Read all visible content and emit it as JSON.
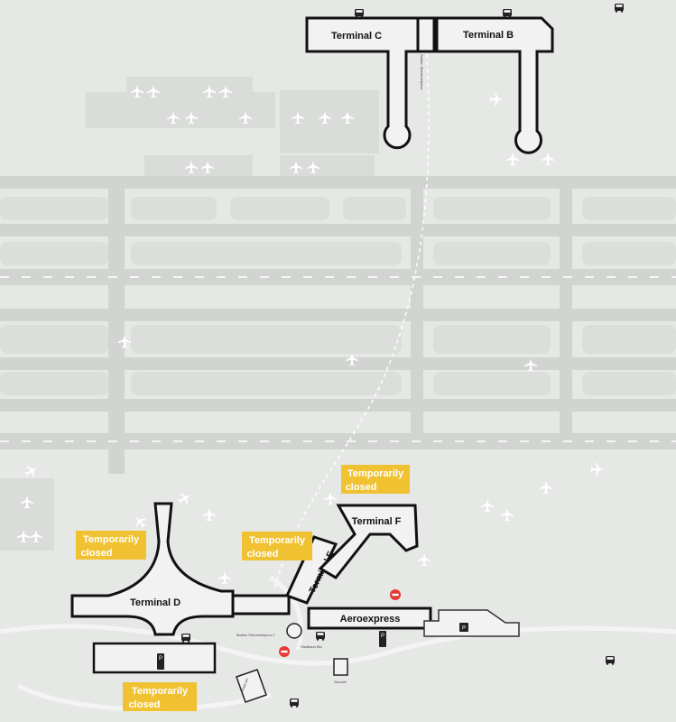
{
  "map": {
    "colors": {
      "background": "#e6e8e6",
      "apron": "#d4d7d4",
      "runway": "#c8ccc8",
      "terminal_fill": "#f2f2f2",
      "terminal_outline": "#111111",
      "closed_badge": "#f0c232",
      "closed_text": "#ffffff",
      "stop_icon": "#e53935"
    },
    "terminals": {
      "c": "Terminal C",
      "b": "Terminal B",
      "d": "Terminal D",
      "e": "Terminal E",
      "f": "Terminal F"
    },
    "aeroexpress": "Aeroexpress",
    "closed_notices": {
      "line1": "Temporarily",
      "line2": "closed"
    },
    "small_labels": {
      "station_north": "Station Sheremetyevo",
      "station_south": "Station Sheremetyevo 2",
      "radisson": "Radisson Blu",
      "novotel": "Novotel",
      "park_inn": "Park Inn"
    },
    "icons": {
      "bus": "bus-icon",
      "plane": "airplane-icon",
      "parking": "parking-icon",
      "no_entry": "no-entry-icon"
    }
  }
}
